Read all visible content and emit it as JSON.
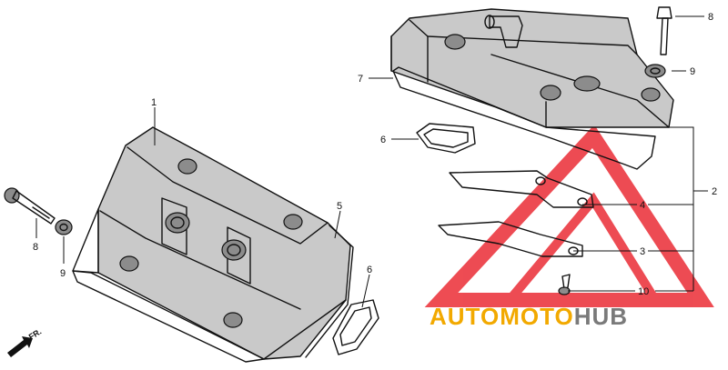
{
  "callouts": {
    "c1": "1",
    "c2": "2",
    "c3": "3",
    "c4": "4",
    "c5": "5",
    "c6_left": "6",
    "c6_right": "6",
    "c7": "7",
    "c8_left": "8",
    "c8_right": "8",
    "c9_left": "9",
    "c9_right": "9",
    "c10": "10"
  },
  "direction_label": "FR.",
  "watermark": {
    "part1": "AUTOMOTO",
    "part2": "HUB",
    "color_primary": "#f2a900",
    "color_secondary": "#7a7a7a",
    "logo_color": "#e8101a"
  },
  "icons": {
    "direction": "arrow-left-down-icon"
  }
}
